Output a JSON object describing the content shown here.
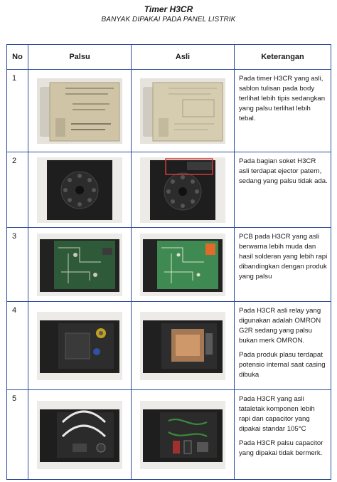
{
  "header": {
    "title": "Timer H3CR",
    "subtitle": "BANYAK DIPAKAI PADA PANEL LISTRIK"
  },
  "table": {
    "columns": [
      "No",
      "Palsu",
      "Asli",
      "Keterangan"
    ],
    "rows": [
      {
        "no": "1",
        "desc": [
          "Pada timer H3CR yang asli, sablon tulisan pada body terlihat lebih tipis sedangkan yang palsu terlihat lebih tebal."
        ]
      },
      {
        "no": "2",
        "desc": [
          "Pada bagian soket H3CR asli terdapat ejector patern, sedang yang palsu tidak ada."
        ]
      },
      {
        "no": "3",
        "desc": [
          "PCB pada H3CR yang asli berwarna lebih muda dan hasil solderan yang lebih rapi dibandingkan dengan produk yang palsu"
        ]
      },
      {
        "no": "4",
        "desc": [
          "Pada H3CR asli relay yang digunakan adalah OMRON G2R sedang yang palsu bukan merk OMRON.",
          "Pada produk plasu terdapat potensio internal saat casing dibuka"
        ]
      },
      {
        "no": "5",
        "desc": [
          "Pada H3CR yang asli tataletak komponen lebih rapi dan capacitor yang dipakai standar 105°C",
          "Pada H3CR palsu capacitor yang dipakai tidak bermerk."
        ]
      }
    ]
  }
}
